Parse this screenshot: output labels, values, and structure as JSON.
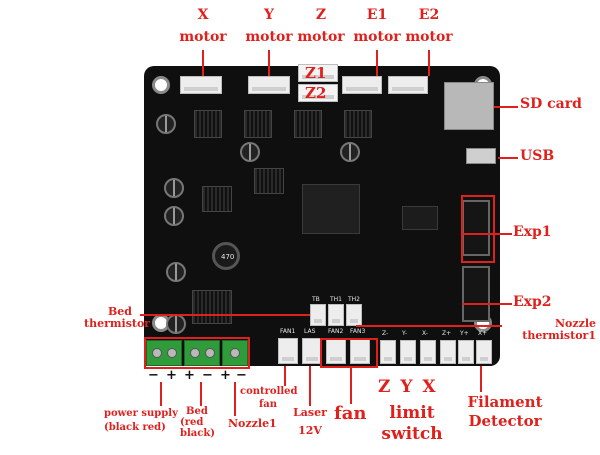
{
  "top_labels": {
    "x_motor": [
      "X",
      "motor"
    ],
    "y_motor": [
      "Y",
      "motor"
    ],
    "z_motor": [
      "Z",
      "motor"
    ],
    "e1_motor": [
      "E1",
      "motor"
    ],
    "e2_motor": [
      "E2",
      "motor"
    ],
    "z1": "Z1",
    "z2": "Z2"
  },
  "right_labels": {
    "sd_card": "SD card",
    "usb": "USB",
    "exp1": "Exp1",
    "exp2": "Exp2",
    "nozzle_thermistor": [
      "Nozzle",
      "thermistor1"
    ]
  },
  "left_labels": {
    "bed_thermistor": [
      "Bed",
      "thermistor"
    ]
  },
  "bottom_labels": {
    "power_supply": [
      "power supply",
      "(black red)"
    ],
    "bed": [
      "Bed",
      "(red",
      "black)"
    ],
    "nozzle1": "Nozzle1",
    "controlled_fan": [
      "controlled",
      "fan"
    ],
    "laser": [
      "Laser",
      "12V"
    ],
    "fan": "fan",
    "zyx": "Z Y X",
    "limit_switch": [
      "limit",
      "switch"
    ],
    "filament_detector": [
      "Filament",
      "Detector"
    ]
  },
  "polarity": {
    "power": [
      "−",
      "+"
    ],
    "bed": [
      "+",
      "−"
    ],
    "nozzle": [
      "+",
      "−"
    ]
  },
  "silkscreen": {
    "tb": "TB",
    "th1": "TH1",
    "th2": "TH2",
    "fan1": "FAN1",
    "las": "LAS",
    "fan2": "FAN2",
    "fan3": "FAN3",
    "limits": [
      "Z-",
      "Y-",
      "X-",
      "Z+",
      "Y+",
      "X+"
    ],
    "inductor": "470"
  },
  "colors": {
    "annotation": "#e0201c",
    "board": "#0f0f0f",
    "terminal": "#2f9b3a"
  }
}
